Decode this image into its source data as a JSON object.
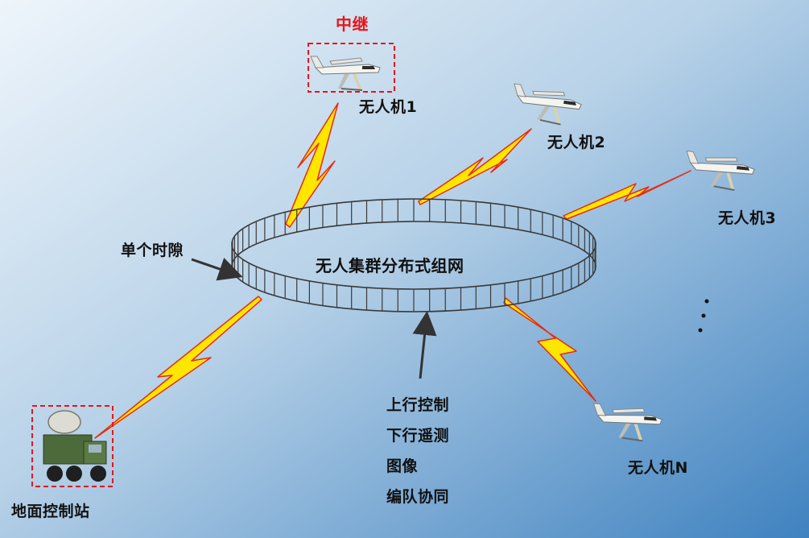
{
  "relay_label": "中继",
  "ring_label": "无人集群分布式组网",
  "time_slot_label": "单个时隙",
  "ground_station_label": "地面控制站",
  "drones": [
    {
      "label": "无人机1"
    },
    {
      "label": "无人机2"
    },
    {
      "label": "无人机3"
    },
    {
      "label": "无人机N"
    }
  ],
  "functions": [
    "上行控制",
    "下行遥测",
    "图像",
    "编队协同"
  ],
  "colors": {
    "relay_text": "#e8141c",
    "dashed_box": "#e8141c",
    "lightning_fill": "#ffe600",
    "lightning_edge": "#e82a10",
    "ring_stroke": "#3a3a3a",
    "background_light": "#e2eef8",
    "background_dark": "#4f8ec4"
  },
  "icons": [
    "drone-icon",
    "ground-vehicle-icon",
    "lightning-link-icon",
    "arrow-icon",
    "ellipsis-dots-icon"
  ]
}
